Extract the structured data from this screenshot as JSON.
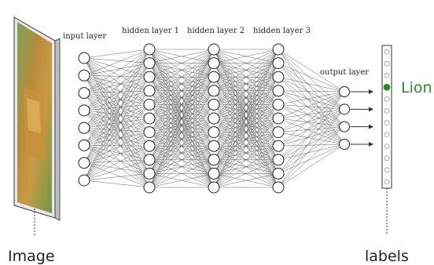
{
  "labels": {
    "input_layer": "input layer",
    "hidden_1": "hidden layer 1",
    "hidden_2": "hidden layer 2",
    "hidden_3": "hidden layer 3",
    "output_layer": "output layer",
    "image": "Image",
    "labels": "labels",
    "prediction": "Lion"
  },
  "colors": {
    "prediction": "#2a8a2a",
    "edge": "#555555",
    "node_stroke": "#222222"
  },
  "network": {
    "layers": [
      {
        "name": "input",
        "neurons": 8
      },
      {
        "name": "hidden-1",
        "neurons": 11
      },
      {
        "name": "hidden-2",
        "neurons": 11
      },
      {
        "name": "hidden-3",
        "neurons": 11
      },
      {
        "name": "output",
        "neurons": 4
      }
    ],
    "label_slots": 12,
    "selected_label_index": 3
  }
}
